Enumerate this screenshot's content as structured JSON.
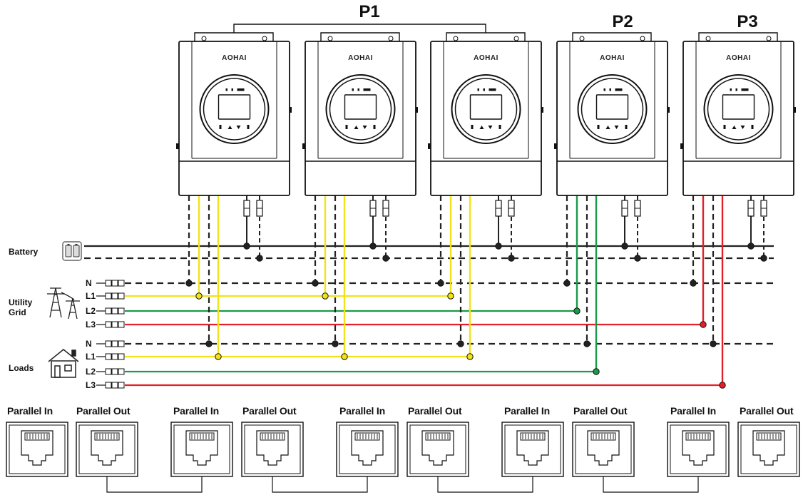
{
  "phase_groups": [
    {
      "label": "P1",
      "inverters": [
        0,
        1,
        2
      ]
    },
    {
      "label": "P2",
      "inverters": [
        3
      ]
    },
    {
      "label": "P3",
      "inverters": [
        4
      ]
    }
  ],
  "inverters": [
    {
      "brand": "AOHAI",
      "group": "P1",
      "phase": "L1"
    },
    {
      "brand": "AOHAI",
      "group": "P1",
      "phase": "L1"
    },
    {
      "brand": "AOHAI",
      "group": "P1",
      "phase": "L1"
    },
    {
      "brand": "AOHAI",
      "group": "P2",
      "phase": "L2"
    },
    {
      "brand": "AOHAI",
      "group": "P3",
      "phase": "L3"
    }
  ],
  "battery": {
    "label": "Battery",
    "icon": "battery-pack-icon"
  },
  "utility_grid": {
    "label_line1": "Utility",
    "label_line2": "Grid",
    "icon": "transmission-tower-icon",
    "lines": [
      "N",
      "L1",
      "L2",
      "L3"
    ]
  },
  "loads": {
    "label": "Loads",
    "icon": "house-icon",
    "lines": [
      "N",
      "L1",
      "L2",
      "L3"
    ]
  },
  "parallel_ports": [
    {
      "in_label": "Parallel In",
      "out_label": "Parallel Out"
    },
    {
      "in_label": "Parallel In",
      "out_label": "Parallel Out"
    },
    {
      "in_label": "Parallel In",
      "out_label": "Parallel Out"
    },
    {
      "in_label": "Parallel In",
      "out_label": "Parallel Out"
    },
    {
      "in_label": "Parallel In",
      "out_label": "Parallel Out"
    }
  ],
  "colors": {
    "L1": "#f2e21a",
    "L2": "#1a9a4a",
    "L3": "#e3202a",
    "neutral": "#222222",
    "battery": "#222222",
    "outline": "#1a1a1a"
  }
}
